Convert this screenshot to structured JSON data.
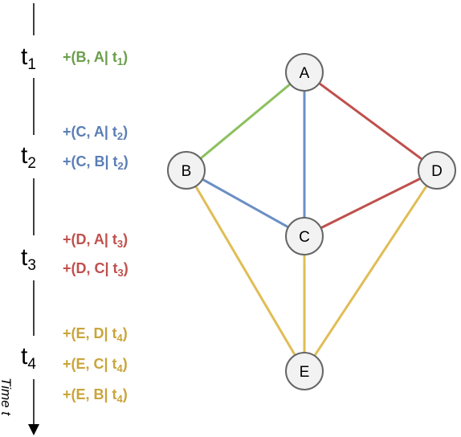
{
  "timeline": {
    "axis_label": "Time t",
    "ticks": [
      {
        "base": "t",
        "sub": "1"
      },
      {
        "base": "t",
        "sub": "2"
      },
      {
        "base": "t",
        "sub": "3"
      },
      {
        "base": "t",
        "sub": "4"
      }
    ]
  },
  "events": [
    {
      "prefix": "+(B, A| t",
      "sub": "1",
      "suffix": ")",
      "color": "#6a9e4a"
    },
    {
      "prefix": "+(C, A| t",
      "sub": "2",
      "suffix": ")",
      "color": "#5a7eb5"
    },
    {
      "prefix": "+(C, B| t",
      "sub": "2",
      "suffix": ")",
      "color": "#5a7eb5"
    },
    {
      "prefix": "+(D, A| t",
      "sub": "3",
      "suffix": ")",
      "color": "#c0504d"
    },
    {
      "prefix": "+(D, C| t",
      "sub": "3",
      "suffix": ")",
      "color": "#c0504d"
    },
    {
      "prefix": "+(E, D| t",
      "sub": "4",
      "suffix": ")",
      "color": "#c9a53a"
    },
    {
      "prefix": "+(E, C| t",
      "sub": "4",
      "suffix": ")",
      "color": "#c9a53a"
    },
    {
      "prefix": "+(E, B| t",
      "sub": "4",
      "suffix": ")",
      "color": "#c9a53a"
    }
  ],
  "graph": {
    "nodes": [
      {
        "id": "A",
        "label": "A"
      },
      {
        "id": "B",
        "label": "B"
      },
      {
        "id": "C",
        "label": "C"
      },
      {
        "id": "D",
        "label": "D"
      },
      {
        "id": "E",
        "label": "E"
      }
    ],
    "edges": [
      {
        "from": "B",
        "to": "A",
        "color": "#8cc15f"
      },
      {
        "from": "C",
        "to": "A",
        "color": "#6b8fc5"
      },
      {
        "from": "C",
        "to": "B",
        "color": "#6b8fc5"
      },
      {
        "from": "D",
        "to": "A",
        "color": "#c0504d"
      },
      {
        "from": "D",
        "to": "C",
        "color": "#c0504d"
      },
      {
        "from": "E",
        "to": "D",
        "color": "#e0bd55"
      },
      {
        "from": "E",
        "to": "C",
        "color": "#e0bd55"
      },
      {
        "from": "E",
        "to": "B",
        "color": "#e0bd55"
      }
    ]
  }
}
